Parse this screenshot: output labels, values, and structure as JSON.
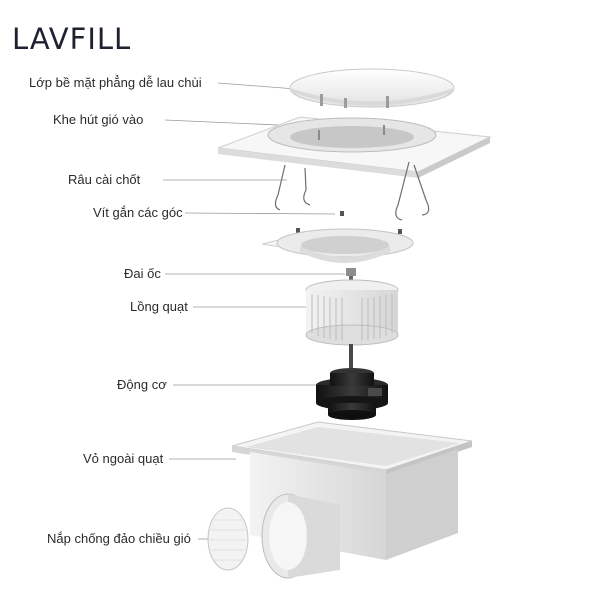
{
  "brand": {
    "name": "LAVFILL"
  },
  "parts": [
    {
      "label": "Lớp bề mặt phẳng dễ lau chùi"
    },
    {
      "label": "Khe hút gió vào"
    },
    {
      "label": "Râu cài chốt"
    },
    {
      "label": "Vít gắn các góc"
    },
    {
      "label": "Đai ốc"
    },
    {
      "label": "Lồng quạt"
    },
    {
      "label": "Động cơ"
    },
    {
      "label": "Vỏ ngoài quạt"
    },
    {
      "label": "Nắp chống đảo chiều gió"
    }
  ],
  "colors": {
    "line": "#8a8a8a",
    "text": "#2b2b2b",
    "motor": "#1e1e1e",
    "panel": "#eeeeee"
  }
}
